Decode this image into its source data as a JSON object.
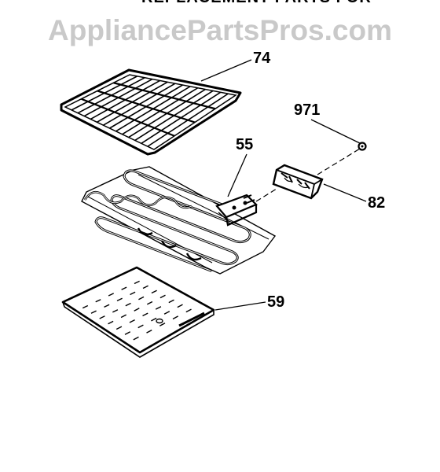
{
  "header": {
    "clipped_title": "REPLACEMENT PARTS FOR"
  },
  "watermark": {
    "text": "AppliancePartsPros.com",
    "color": "#c9c9c9"
  },
  "callouts": {
    "rack": "74",
    "bake_element": "55",
    "terminal_block": "82",
    "screw": "971",
    "bottom_panel": "59"
  },
  "colors": {
    "line": "#000000",
    "background": "#ffffff"
  }
}
